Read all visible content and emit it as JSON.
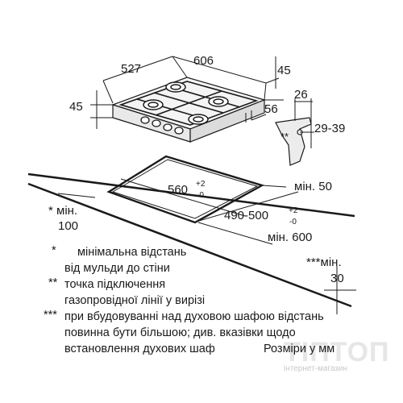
{
  "dimensions": {
    "depth": "527",
    "width": "606",
    "top_right": "45",
    "height_left": "45",
    "clearance_56": "56",
    "detail_26": "26",
    "detail_range": "29-39",
    "detail_marker": "**",
    "cutout_width_main": "560",
    "cutout_width_tol_plus": "+2",
    "cutout_width_tol_minus": "-0",
    "cutout_depth_main": "490-500",
    "cutout_depth_tol_plus": "+2",
    "cutout_depth_tol_minus": "-0",
    "min_50": "мін. 50",
    "min_100_line1": "* мін.",
    "min_100_line2": "100",
    "min_600": "мін. 600",
    "min_30_line1": "***мін.",
    "min_30_line2": "30"
  },
  "notes": [
    {
      "mark": "*",
      "lines": [
        "мінімальна відстань",
        "від мульди до стіни"
      ]
    },
    {
      "mark": "**",
      "lines": [
        "точка підключення",
        "газопровідної лінії у вирізі"
      ]
    },
    {
      "mark": "***",
      "lines": [
        "при вбудовуванні над духовою шафою відстань",
        "повинна бути більшою; див. вказівки щодо",
        "встановлення духових шаф"
      ]
    }
  ],
  "units_label": "Розміри у мм",
  "watermark": {
    "brand": "ТІПТОП",
    "sub": "інтернет-магазин"
  }
}
